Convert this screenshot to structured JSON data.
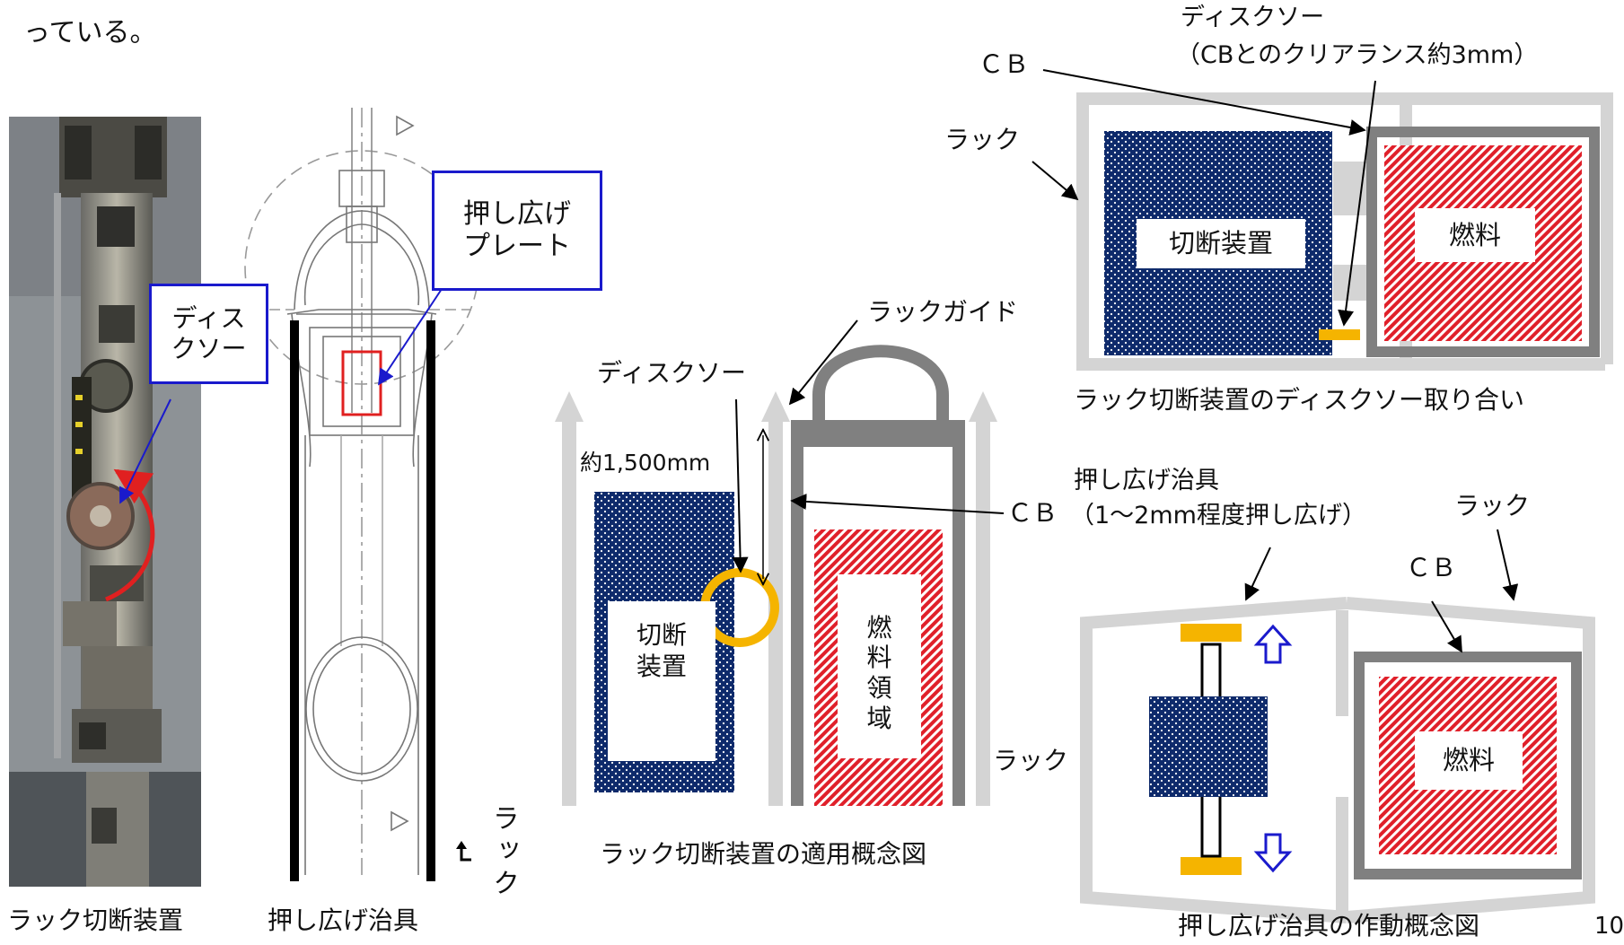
{
  "page": {
    "header_fragment": "っている。",
    "page_number": "10"
  },
  "photo": {
    "caption": "ラック切断装置",
    "callout_disk_saw": "ディス\nクソー"
  },
  "jig_drawing": {
    "caption": "押し広げ治具",
    "callout_plate": "押し広げ\nプレート",
    "rack_label": "ラック"
  },
  "application_diagram": {
    "caption": "ラック切断装置の適用概念図",
    "label_rack_guide": "ラックガイド",
    "label_disk_saw": "ディスクソー",
    "label_length": "約1,500mm",
    "label_cb": "ＣＢ",
    "label_cutter": "切断\n装置",
    "label_fuel_region": "燃\n料\n領\n域"
  },
  "disk_saw_fit": {
    "caption": "ラック切断装置のディスクソー取り合い",
    "label_disk_saw": "ディスクソー",
    "label_clearance": "（CBとのクリアランス約3mm）",
    "label_cb": "ＣＢ",
    "label_rack": "ラック",
    "label_cutter": "切断装置",
    "label_fuel": "燃料"
  },
  "jig_operation": {
    "caption": "押し広げ治具の作動概念図",
    "label_jig": "押し広げ治具",
    "label_spread": "（1～2mm程度押し広げ）",
    "label_rack_right": "ラック",
    "label_cb": "ＣＢ",
    "label_rack_left": "ラック",
    "label_fuel": "燃料"
  },
  "colors": {
    "navy_dots": "#0e2a6b",
    "red_hatch": "#e0202a",
    "rack_gray": "#d4d4d4",
    "cb_gray": "#808080",
    "saw_yellow": "#f5b400",
    "callout_blue": "#1a1acc"
  }
}
